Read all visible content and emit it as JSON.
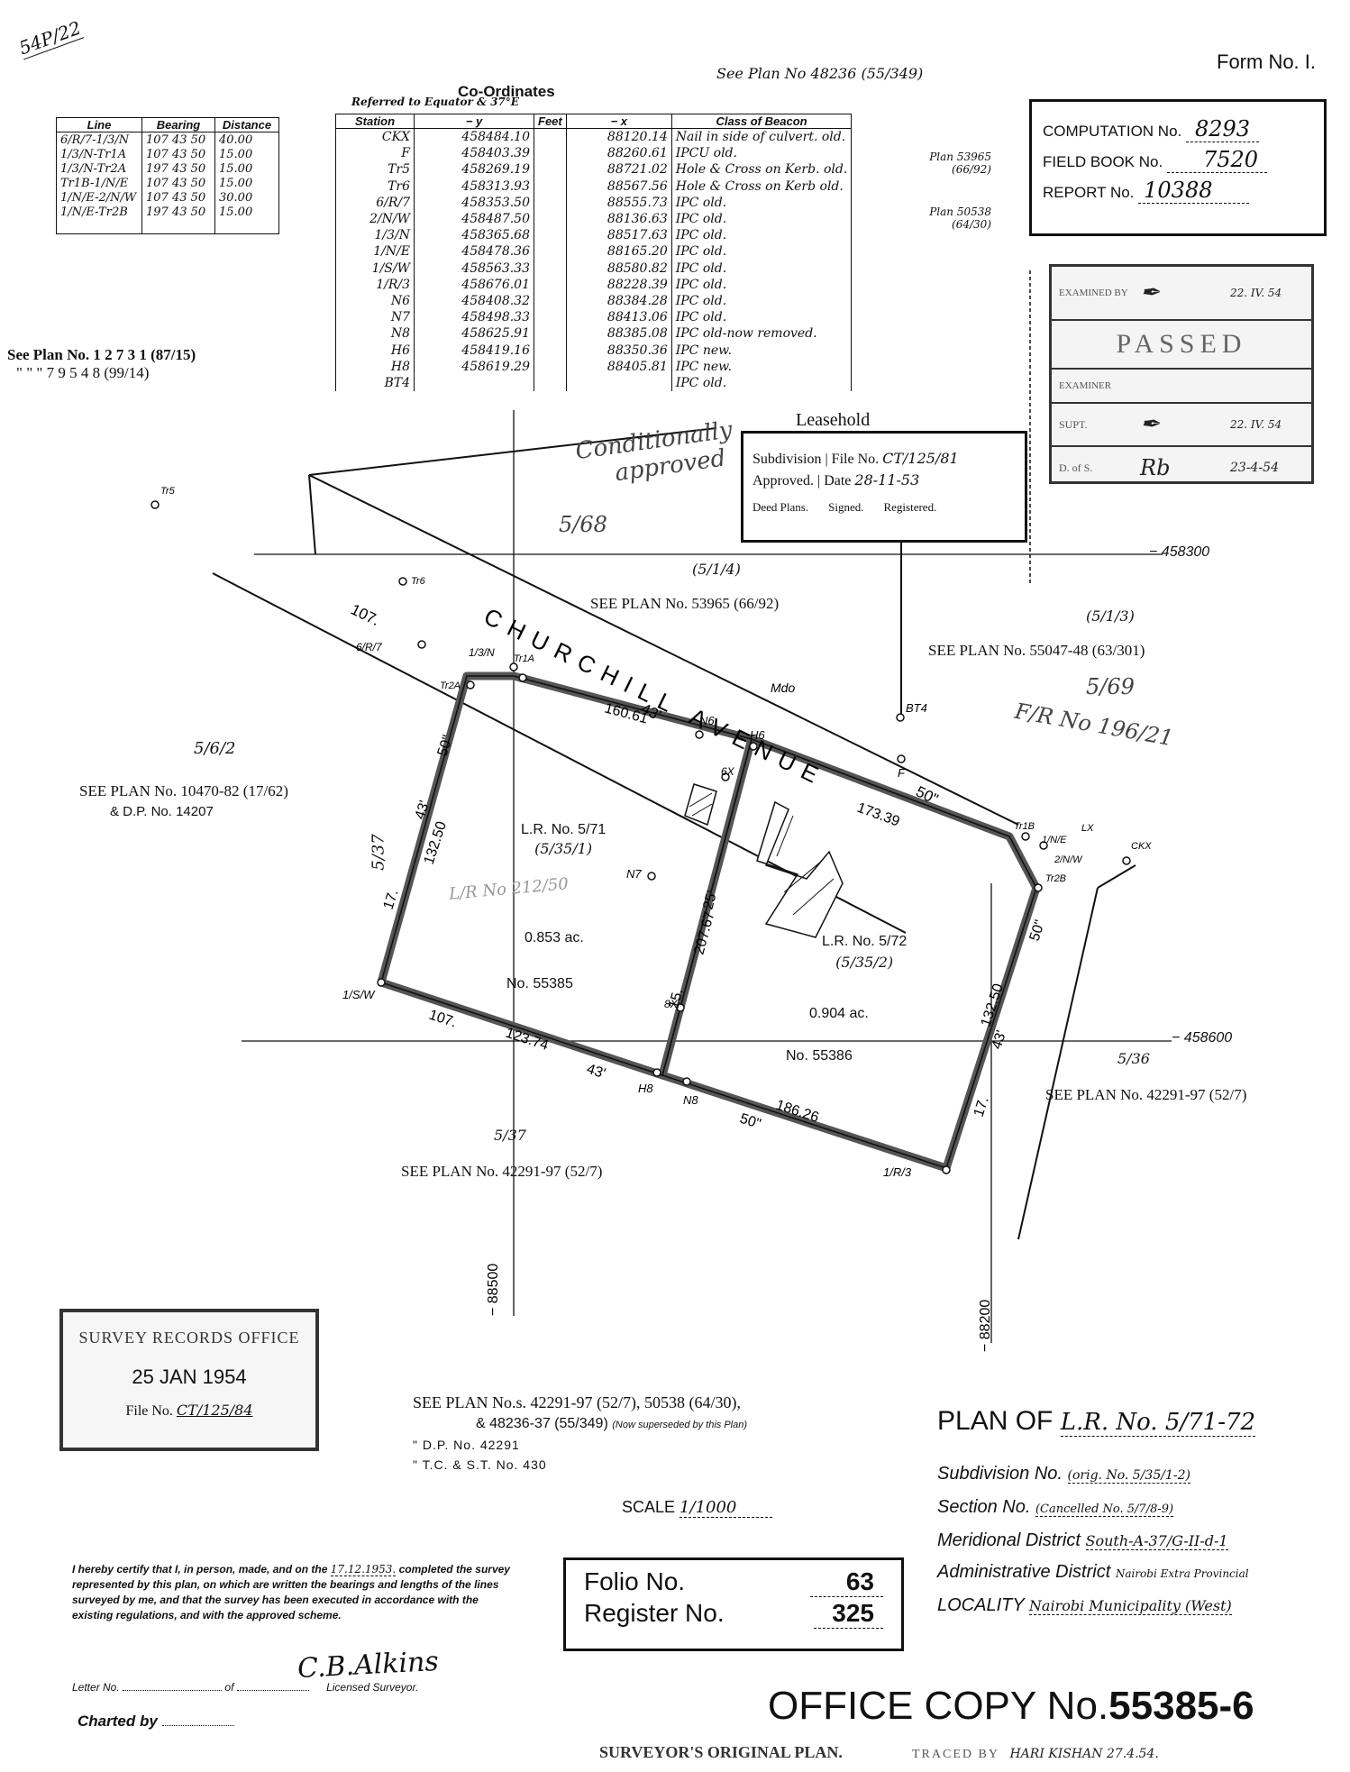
{
  "header": {
    "corner_ref": "54P/22",
    "form_no": "Form No. I.",
    "see_plan_top": "See Plan No 48236 (55/349)",
    "coordinates_title": "Co-Ordinates",
    "coordinates_ref": "Referred to Equator & 37°E"
  },
  "bearing_table": {
    "headers": [
      "Line",
      "Bearing",
      "Distance"
    ],
    "rows": [
      [
        "6/R/7-1/3/N",
        "107 43 50",
        "40.00"
      ],
      [
        "1/3/N-Tr1A",
        "107 43 50",
        "15.00"
      ],
      [
        "1/3/N-Tr2A",
        "197 43 50",
        "15.00"
      ],
      [
        "Tr1B-1/N/E",
        "107 43 50",
        "15.00"
      ],
      [
        "1/N/E-2/N/W",
        "107 43 50",
        "30.00"
      ],
      [
        "1/N/E-Tr2B",
        "197 43 50",
        "15.00"
      ]
    ]
  },
  "coord_table": {
    "headers": [
      "Station",
      "− y",
      "Feet",
      "− x",
      "Class of Beacon"
    ],
    "rows": [
      [
        "CKX",
        "458484.10",
        "88120.14",
        "Nail in side of culvert. old."
      ],
      [
        "F",
        "458403.39",
        "88260.61",
        "IPCU  old."
      ],
      [
        "Tr5",
        "458269.19",
        "88721.02",
        "Hole & Cross on Kerb. old."
      ],
      [
        "Tr6",
        "458313.93",
        "88567.56",
        "Hole & Cross on Kerb old."
      ],
      [
        "6/R/7",
        "458353.50",
        "88555.73",
        "IPC  old."
      ],
      [
        "2/N/W",
        "458487.50",
        "88136.63",
        "IPC  old."
      ],
      [
        "1/3/N",
        "458365.68",
        "88517.63",
        "IPC  old."
      ],
      [
        "1/N/E",
        "458478.36",
        "88165.20",
        "IPC  old."
      ],
      [
        "1/S/W",
        "458563.33",
        "88580.82",
        "IPC  old."
      ],
      [
        "1/R/3",
        "458676.01",
        "88228.39",
        "IPC  old."
      ],
      [
        "N6",
        "458408.32",
        "88384.28",
        "IPC  old."
      ],
      [
        "N7",
        "458498.33",
        "88413.06",
        "IPC  old."
      ],
      [
        "N8",
        "458625.91",
        "88385.08",
        "IPC old-now removed."
      ],
      [
        "H6",
        "458419.16",
        "88350.36",
        "IPC  new."
      ],
      [
        "H8",
        "458619.29",
        "88405.81",
        "IPC  new."
      ],
      [
        "BT4",
        "",
        "",
        "IPC  old."
      ]
    ],
    "side_note_1": "Plan 53965 (66/92)",
    "side_note_2": "Plan 50538 (64/30)"
  },
  "see_plan_left": {
    "line1": "See Plan No. 1 2 7 3 1 (87/15)",
    "line2": "\"   \"   \"  7 9 5 4 8 (99/14)"
  },
  "computation_box": {
    "computation_label": "COMPUTATION No.",
    "computation_value": "8293",
    "fieldbook_label": "FIELD BOOK No.",
    "fieldbook_value": "7520",
    "report_label": "REPORT No.",
    "report_value": "10388"
  },
  "passed_stamp": {
    "examined_label": "EXAMINED BY",
    "examined_date": "22. IV. 54",
    "passed": "PASSED",
    "examiner_label": "EXAMINER",
    "supt_label": "SUPT.",
    "supt_date": "22. IV. 54",
    "dofs_label": "D. of S.",
    "dofs_sig": "Rb",
    "dofs_date": "23-4-54"
  },
  "leasehold_stamp": {
    "title": "Leasehold",
    "subdivision": "Subdivision",
    "file_no_label": "File No.",
    "file_no_value": "CT/125/81",
    "approved": "Approved.",
    "date_label": "Date",
    "date_value": "28-11-53",
    "deed_plans": "Deed Plans.",
    "signed": "Signed.",
    "registered": "Registered."
  },
  "map": {
    "conditionally": "Conditionally",
    "approved_hand": "approved",
    "ref_568": "5/68",
    "ref_514": "(5/1/4)",
    "ref_513": "(5/1/3)",
    "ref_569": "5/69",
    "fr_no": "F/R No 196/21",
    "ref_562": "5/6/2",
    "ref_537_left": "5/37",
    "ref_537_bottom": "5/37",
    "ref_536": "5/36",
    "grid_458300": "− 458300",
    "grid_458600": "− 458600",
    "grid_88500": "− 88500",
    "grid_88200": "− 88200",
    "road_name": "CHURCHILL   AVENUE",
    "road_107": "107.",
    "road_43": "43'",
    "road_50": "50\"",
    "mdo": "Mdo",
    "see_53965": "SEE PLAN No. 53965 (66/92)",
    "see_55047": "SEE PLAN No. 55047-48 (63/301)",
    "see_10470": "SEE PLAN No. 10470-82 (17/62)",
    "dp_14207": "& D.P. No. 14207",
    "see_42291_right": "SEE PLAN No. 42291-97 (52/7)",
    "see_42291_bottom": "SEE PLAN No. 42291-97 (52/7)",
    "lr_571": "L.R. No. 5/71",
    "lr_571_sub": "(5/35/1)",
    "lr_571_area": "0.853 ac.",
    "lr_571_no": "No. 55385",
    "lr_572": "L.R. No. 5/72",
    "lr_572_sub": "(5/35/2)",
    "lr_572_area": "0.904 ac.",
    "lr_572_no": "No. 55386",
    "dist_160": "160.61",
    "dist_173": "173.39",
    "dist_132_left": "132.50",
    "dist_132_right": "132.50",
    "dist_207": "207.67",
    "dist_123": "123.74",
    "dist_186": "186.26",
    "stn_tr5": "Tr5",
    "stn_tr6": "Tr6",
    "stn_6r7": "6/R/7",
    "stn_13n": "1/3/N",
    "stn_tr1a": "Tr1A",
    "stn_tr2a": "Tr2A",
    "stn_n6": "N6",
    "stn_h6": "H6",
    "stn_6x": "6X",
    "stn_bt4": "BT4",
    "stn_f": "F",
    "stn_tr1b": "Tr1B",
    "stn_1ne": "1/N/E",
    "stn_2nw": "2/N/W",
    "stn_tr2b": "Tr2B",
    "stn_lx": "LX",
    "stn_ckx": "CKX",
    "stn_n7": "N7",
    "stn_1sw": "1/S/W",
    "stn_h8": "H8",
    "stn_n8": "N8",
    "stn_1r3": "1/R/3",
    "stn_8x": "8X",
    "bear_107_bottom": "107.",
    "bear_43_bottom": "43'",
    "bear_50_bottom": "50\"",
    "bear_17_left": "17.",
    "bear_43_left": "43'",
    "bear_50_left": "50\"",
    "bear_17_right": "17.",
    "bear_43_right": "43'",
    "bear_50_right": "50\"",
    "bear_15_mid": "15.",
    "bear_25_mid": "25'",
    "lrn_faint": "L/R No 212/50"
  },
  "survey_records": {
    "title": "SURVEY RECORDS OFFICE",
    "date": "25 JAN 1954",
    "file_label": "File No.",
    "file_value": "CT/125/84"
  },
  "bottom_refs": {
    "line1": "SEE PLAN No.s. 42291-97 (52/7), 50538 (64/30),",
    "line2": "& 48236-37 (55/349)",
    "line2_note": "(Now superseded by this Plan)",
    "dp": "\"  D.P. No. 42291",
    "tc": "\"  T.C. & S.T. No. 430",
    "scale_label": "SCALE",
    "scale_value": "1/1000"
  },
  "plan_block": {
    "plan_of_label": "PLAN OF",
    "plan_of_value": "L.R. No. 5/71-72",
    "subdivision_label": "Subdivision No.",
    "subdivision_value": "(orig. No. 5/35/1-2)",
    "section_label": "Section No.",
    "section_value": "(Cancelled No. 5/7/8-9)",
    "meridional_label": "Meridional District",
    "meridional_value": "South-A-37/G-II-d-1",
    "admin_label": "Administrative District",
    "admin_value": "Nairobi Extra Provincial",
    "locality_label": "LOCALITY",
    "locality_value": "Nairobi Municipality (West)"
  },
  "folio_box": {
    "folio_label": "Folio No.",
    "folio_value": "63",
    "register_label": "Register No.",
    "register_value": "325"
  },
  "certification": {
    "text_pre": "I hereby certify that I, in person, made, and on the",
    "date": "17.12.1953.",
    "text_post": "completed the survey represented by this plan, on which are written the bearings and lengths of the lines surveyed by me, and that the survey has been executed in accordance with the existing regulations, and with the approved scheme.",
    "letter_no": "Letter No.",
    "of": "of",
    "licensed": "Licensed Surveyor.",
    "charted_by": "Charted by",
    "signature": "C.B.Alkins"
  },
  "footer": {
    "office_copy_label": "OFFICE COPY No.",
    "office_copy_value": "55385-6",
    "original_plan": "SURVEYOR'S ORIGINAL PLAN.",
    "traced_by": "TRACED BY",
    "tracer": "HARI KISHAN 27.4.54."
  }
}
